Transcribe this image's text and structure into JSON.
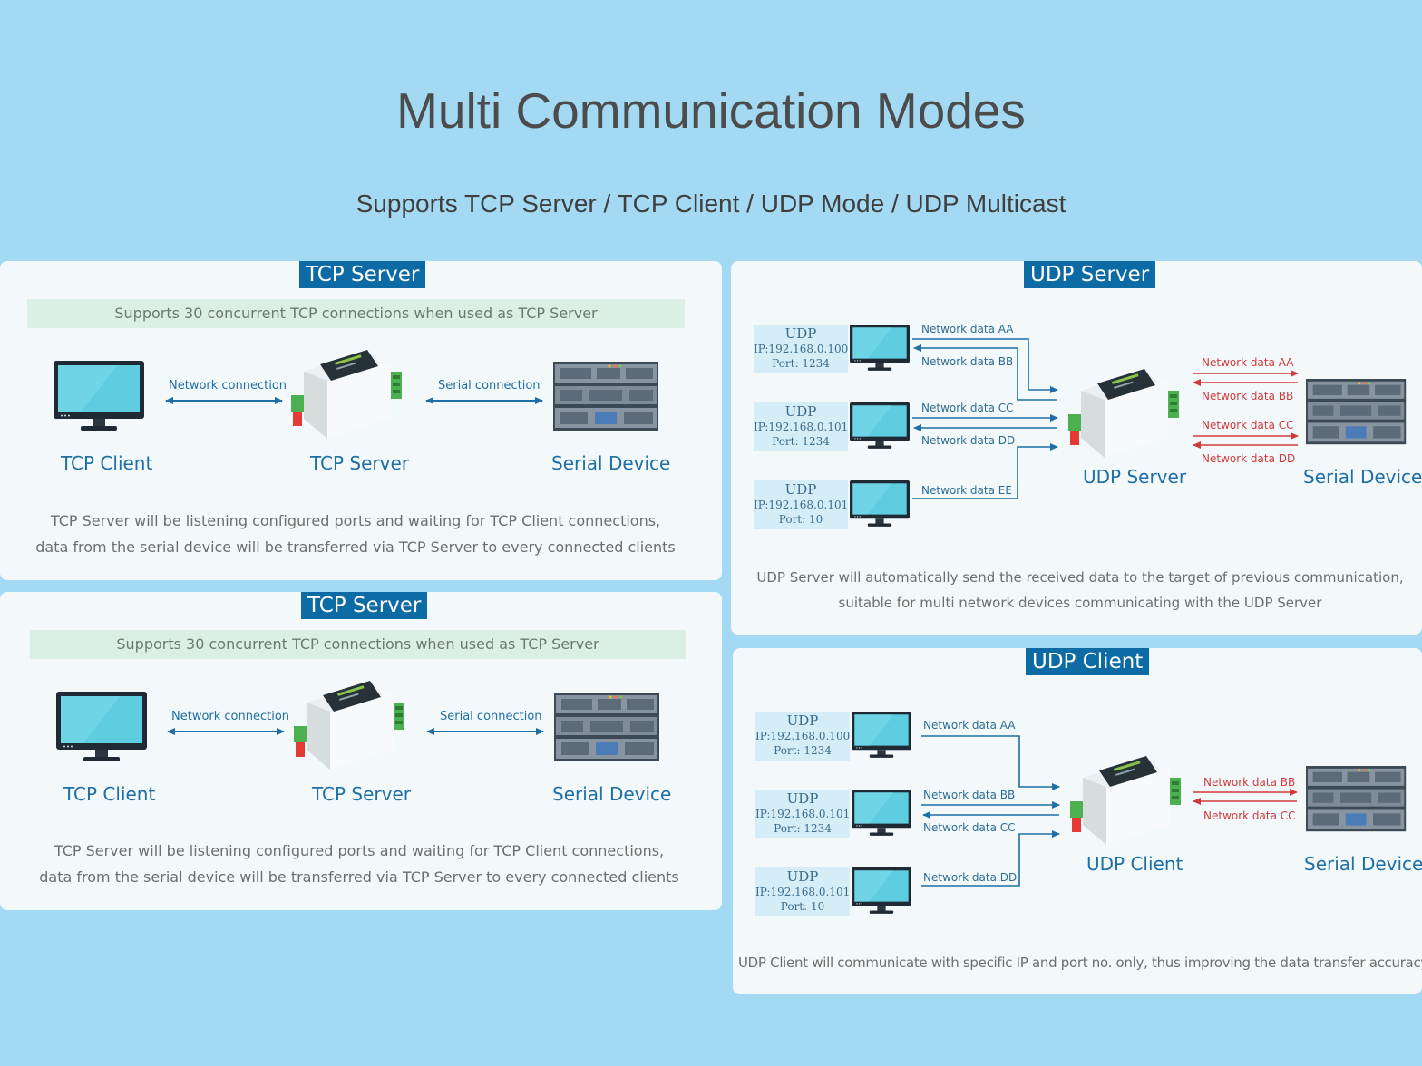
{
  "header": {
    "title": "Multi Communication Modes",
    "subtitle": "Supports TCP Server / TCP Client / UDP Mode / UDP Multicast"
  },
  "tcp_panels": [
    {
      "title": "TCP Server",
      "note": "Supports 30 concurrent TCP connections when used as TCP Server",
      "client_label": "TCP Client",
      "server_label": "TCP Server",
      "device_label": "Serial Device",
      "network_link": "Network connection",
      "serial_link": "Serial connection",
      "desc_line1": "TCP Server will be listening configured ports and waiting for TCP Client connections,",
      "desc_line2": "data from the serial device will be transferred via TCP Server to every connected clients"
    },
    {
      "title": "TCP Server",
      "note": "Supports 30 concurrent TCP connections when used as TCP Server",
      "client_label": "TCP Client",
      "server_label": "TCP Server",
      "device_label": "Serial Device",
      "network_link": "Network connection",
      "serial_link": "Serial connection",
      "desc_line1": "TCP Server will be listening configured ports and waiting for TCP Client connections,",
      "desc_line2": "data from the serial device will be transferred via TCP Server to every connected clients"
    }
  ],
  "udp_server": {
    "title": "UDP Server",
    "hosts": [
      {
        "proto": "UDP",
        "ip": "IP:192.168.0.100",
        "port": "Port: 1234"
      },
      {
        "proto": "UDP",
        "ip": "IP:192.168.0.101",
        "port": "Port: 1234"
      },
      {
        "proto": "UDP",
        "ip": "IP:192.168.0.101",
        "port": "Port: 10"
      }
    ],
    "left_links": [
      "Network data AA",
      "Network data BB",
      "Network data CC",
      "Network data DD",
      "Network data EE"
    ],
    "right_links": [
      "Network data AA",
      "Network data BB",
      "Network data CC",
      "Network data DD"
    ],
    "server_label": "UDP Server",
    "device_label": "Serial Device",
    "desc_line1": "UDP Server will automatically send the received data to the target of previous communication,",
    "desc_line2": "suitable for multi network devices communicating with the UDP Server"
  },
  "udp_client": {
    "title": "UDP Client",
    "hosts": [
      {
        "proto": "UDP",
        "ip": "IP:192.168.0.100",
        "port": "Port: 1234"
      },
      {
        "proto": "UDP",
        "ip": "IP:192.168.0.101",
        "port": "Port: 1234"
      },
      {
        "proto": "UDP",
        "ip": "IP:192.168.0.101",
        "port": "Port: 10"
      }
    ],
    "left_links": [
      "Network data AA",
      "Network data BB",
      "Network data CC",
      "Network data DD"
    ],
    "right_links": [
      "Network data BB",
      "Network data CC"
    ],
    "client_label": "UDP Client",
    "device_label": "Serial Device",
    "desc": "UDP Client will communicate with specific IP and port no. only, thus improving the data transfer accuracy"
  },
  "colors": {
    "background": "#a3d9f2",
    "panel": "#f3f8fb",
    "title_badge": "#0c6aa4",
    "link_blue": "#1d6fa5",
    "link_red": "#d13a3a"
  },
  "icons": [
    "monitor-icon",
    "converter-module-icon",
    "server-rack-icon"
  ]
}
